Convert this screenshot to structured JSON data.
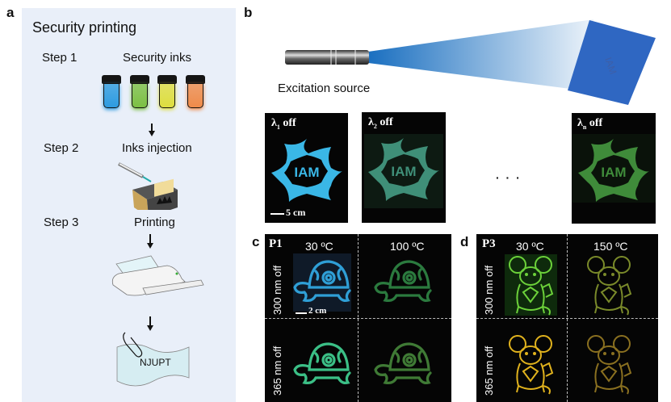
{
  "figure": {
    "panel_labels": {
      "a": "a",
      "b": "b",
      "c": "c",
      "d": "d"
    },
    "panel_a": {
      "title": "Security  printing",
      "steps": [
        {
          "label": "Step 1",
          "description": "Security inks"
        },
        {
          "label": "Step 2",
          "description": "Inks injection"
        },
        {
          "label": "Step 3",
          "description": "Printing"
        }
      ],
      "ink_colors": [
        "#2d9be0",
        "#7cc043",
        "#dede3f",
        "#ef8b4a"
      ],
      "printed_text": "NJUPT"
    },
    "panel_b": {
      "source_label": "Excitation source",
      "beam_color": "#1a6fc0",
      "target_text": "IAM",
      "photos": [
        {
          "lambda": "λ",
          "sub": "1",
          "suffix": " off",
          "logo_text": "IAM",
          "color": "#3ab7e6"
        },
        {
          "lambda": "λ",
          "sub": "2",
          "suffix": " off",
          "logo_text": "IAM",
          "color": "#3f8f78"
        },
        {
          "lambda": "λ",
          "sub": "n",
          "suffix": " off",
          "logo_text": "IAM",
          "color": "#3f8b3a"
        }
      ],
      "ellipsis": "· · ·",
      "scale_bar": "5 cm"
    },
    "panel_c": {
      "sample": "P1",
      "columns": [
        "30 ºC",
        "100 ºC"
      ],
      "rows": [
        "300 nm off",
        "365 nm off"
      ],
      "scale_bar": "2 cm",
      "colors": [
        [
          "#2f9fd6",
          "#2b7a3e"
        ],
        [
          "#3bbf86",
          "#3f7a35"
        ]
      ]
    },
    "panel_d": {
      "sample": "P3",
      "columns": [
        "30 ºC",
        "150 ºC"
      ],
      "rows": [
        "300 nm off",
        "365 nm off"
      ],
      "colors": [
        [
          "#6cd13a",
          "#7a8a2a"
        ],
        [
          "#e0b21d",
          "#8a7020"
        ]
      ]
    }
  }
}
